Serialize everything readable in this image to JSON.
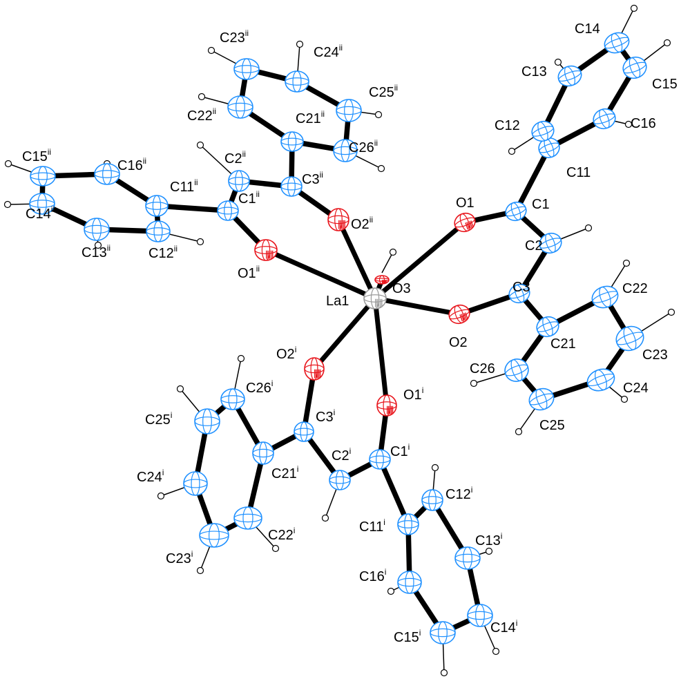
{
  "molecule": {
    "colors": {
      "carbon": "#1e90ff",
      "oxygen": "#e8141b",
      "lanthanum": "#9a9a9a",
      "bond": "#000000",
      "hydrogen": "#000000"
    },
    "atoms": [
      {
        "id": "La1",
        "el": "La"
      },
      {
        "id": "O1",
        "el": "O"
      },
      {
        "id": "O2",
        "el": "O"
      },
      {
        "id": "O3",
        "el": "O"
      },
      {
        "id": "C1",
        "el": "C"
      },
      {
        "id": "C2",
        "el": "C"
      },
      {
        "id": "C3",
        "el": "C"
      },
      {
        "id": "C11",
        "el": "C"
      },
      {
        "id": "C12",
        "el": "C"
      },
      {
        "id": "C13",
        "el": "C"
      },
      {
        "id": "C14",
        "el": "C"
      },
      {
        "id": "C15",
        "el": "C"
      },
      {
        "id": "C16",
        "el": "C"
      },
      {
        "id": "C21",
        "el": "C"
      },
      {
        "id": "C22",
        "el": "C"
      },
      {
        "id": "C23",
        "el": "C"
      },
      {
        "id": "C24",
        "el": "C"
      },
      {
        "id": "C25",
        "el": "C"
      },
      {
        "id": "C26",
        "el": "C"
      },
      {
        "id": "O1i",
        "el": "O"
      },
      {
        "id": "O2i",
        "el": "O"
      },
      {
        "id": "C1i",
        "el": "C"
      },
      {
        "id": "C2i",
        "el": "C"
      },
      {
        "id": "C3i",
        "el": "C"
      },
      {
        "id": "C11i",
        "el": "C"
      },
      {
        "id": "C12i",
        "el": "C"
      },
      {
        "id": "C13i",
        "el": "C"
      },
      {
        "id": "C14i",
        "el": "C"
      },
      {
        "id": "C15i",
        "el": "C"
      },
      {
        "id": "C16i",
        "el": "C"
      },
      {
        "id": "C21i",
        "el": "C"
      },
      {
        "id": "C22i",
        "el": "C"
      },
      {
        "id": "C23i",
        "el": "C"
      },
      {
        "id": "C24i",
        "el": "C"
      },
      {
        "id": "C25i",
        "el": "C"
      },
      {
        "id": "C26i",
        "el": "C"
      },
      {
        "id": "O1ii",
        "el": "O"
      },
      {
        "id": "O2ii",
        "el": "O"
      },
      {
        "id": "C1ii",
        "el": "C"
      },
      {
        "id": "C2ii",
        "el": "C"
      },
      {
        "id": "C3ii",
        "el": "C"
      },
      {
        "id": "C11ii",
        "el": "C"
      },
      {
        "id": "C12ii",
        "el": "C"
      },
      {
        "id": "C13ii",
        "el": "C"
      },
      {
        "id": "C14ii",
        "el": "C"
      },
      {
        "id": "C15ii",
        "el": "C"
      },
      {
        "id": "C16ii",
        "el": "C"
      },
      {
        "id": "C21ii",
        "el": "C"
      },
      {
        "id": "C22ii",
        "el": "C"
      },
      {
        "id": "C23ii",
        "el": "C"
      },
      {
        "id": "C24ii",
        "el": "C"
      },
      {
        "id": "C25ii",
        "el": "C"
      },
      {
        "id": "C26ii",
        "el": "C"
      }
    ],
    "bonds": [
      [
        "La1",
        "O1"
      ],
      [
        "La1",
        "O2"
      ],
      [
        "La1",
        "O1i"
      ],
      [
        "La1",
        "O2i"
      ],
      [
        "La1",
        "O1ii"
      ],
      [
        "La1",
        "O2ii"
      ],
      [
        "La1",
        "O3"
      ],
      [
        "O1",
        "C1"
      ],
      [
        "C1",
        "C2"
      ],
      [
        "C2",
        "C3"
      ],
      [
        "C3",
        "O2"
      ],
      [
        "C1",
        "C11"
      ],
      [
        "C11",
        "C12"
      ],
      [
        "C12",
        "C13"
      ],
      [
        "C13",
        "C14"
      ],
      [
        "C14",
        "C15"
      ],
      [
        "C15",
        "C16"
      ],
      [
        "C16",
        "C11"
      ],
      [
        "C3",
        "C21"
      ],
      [
        "C21",
        "C22"
      ],
      [
        "C22",
        "C23"
      ],
      [
        "C23",
        "C24"
      ],
      [
        "C24",
        "C25"
      ],
      [
        "C25",
        "C26"
      ],
      [
        "C26",
        "C21"
      ],
      [
        "O1i",
        "C1i"
      ],
      [
        "C1i",
        "C2i"
      ],
      [
        "C2i",
        "C3i"
      ],
      [
        "C3i",
        "O2i"
      ],
      [
        "C1i",
        "C11i"
      ],
      [
        "C11i",
        "C12i"
      ],
      [
        "C12i",
        "C13i"
      ],
      [
        "C13i",
        "C14i"
      ],
      [
        "C14i",
        "C15i"
      ],
      [
        "C15i",
        "C16i"
      ],
      [
        "C16i",
        "C11i"
      ],
      [
        "C3i",
        "C21i"
      ],
      [
        "C21i",
        "C22i"
      ],
      [
        "C22i",
        "C23i"
      ],
      [
        "C23i",
        "C24i"
      ],
      [
        "C24i",
        "C25i"
      ],
      [
        "C25i",
        "C26i"
      ],
      [
        "C26i",
        "C21i"
      ],
      [
        "O1ii",
        "C1ii"
      ],
      [
        "C1ii",
        "C2ii"
      ],
      [
        "C2ii",
        "C3ii"
      ],
      [
        "C3ii",
        "O2ii"
      ],
      [
        "C1ii",
        "C11ii"
      ],
      [
        "C11ii",
        "C12ii"
      ],
      [
        "C12ii",
        "C13ii"
      ],
      [
        "C13ii",
        "C14ii"
      ],
      [
        "C14ii",
        "C15ii"
      ],
      [
        "C15ii",
        "C16ii"
      ],
      [
        "C16ii",
        "C11ii"
      ],
      [
        "C3ii",
        "C21ii"
      ],
      [
        "C21ii",
        "C22ii"
      ],
      [
        "C22ii",
        "C23ii"
      ],
      [
        "C23ii",
        "C24ii"
      ],
      [
        "C24ii",
        "C25ii"
      ],
      [
        "C25ii",
        "C26ii"
      ],
      [
        "C26ii",
        "C21ii"
      ]
    ],
    "labels": [
      {
        "atom": "La1",
        "base": "La1",
        "sup": ""
      },
      {
        "atom": "O1",
        "base": "O1",
        "sup": ""
      },
      {
        "atom": "O2",
        "base": "O2",
        "sup": ""
      },
      {
        "atom": "O3",
        "base": "O3",
        "sup": ""
      },
      {
        "atom": "C1",
        "base": "C1",
        "sup": ""
      },
      {
        "atom": "C2",
        "base": "C2",
        "sup": ""
      },
      {
        "atom": "C3",
        "base": "C3",
        "sup": ""
      },
      {
        "atom": "C11",
        "base": "C11",
        "sup": ""
      },
      {
        "atom": "C12",
        "base": "C12",
        "sup": ""
      },
      {
        "atom": "C13",
        "base": "C13",
        "sup": ""
      },
      {
        "atom": "C14",
        "base": "C14",
        "sup": ""
      },
      {
        "atom": "C15",
        "base": "C15",
        "sup": ""
      },
      {
        "atom": "C16",
        "base": "C16",
        "sup": ""
      },
      {
        "atom": "C21",
        "base": "C21",
        "sup": ""
      },
      {
        "atom": "C22",
        "base": "C22",
        "sup": ""
      },
      {
        "atom": "C23",
        "base": "C23",
        "sup": ""
      },
      {
        "atom": "C24",
        "base": "C24",
        "sup": ""
      },
      {
        "atom": "C25",
        "base": "C25",
        "sup": ""
      },
      {
        "atom": "C26",
        "base": "C26",
        "sup": ""
      },
      {
        "atom": "O1i",
        "base": "O1",
        "sup": "i"
      },
      {
        "atom": "O2i",
        "base": "O2",
        "sup": "i"
      },
      {
        "atom": "C1i",
        "base": "C1",
        "sup": "i"
      },
      {
        "atom": "C2i",
        "base": "C2",
        "sup": "i"
      },
      {
        "atom": "C3i",
        "base": "C3",
        "sup": "i"
      },
      {
        "atom": "C11i",
        "base": "C11",
        "sup": "i"
      },
      {
        "atom": "C12i",
        "base": "C12",
        "sup": "i"
      },
      {
        "atom": "C13i",
        "base": "C13",
        "sup": "i"
      },
      {
        "atom": "C14i",
        "base": "C14",
        "sup": "i"
      },
      {
        "atom": "C15i",
        "base": "C15",
        "sup": "i"
      },
      {
        "atom": "C16i",
        "base": "C16",
        "sup": "i"
      },
      {
        "atom": "C21i",
        "base": "C21",
        "sup": "i"
      },
      {
        "atom": "C22i",
        "base": "C22",
        "sup": "i"
      },
      {
        "atom": "C23i",
        "base": "C23",
        "sup": "i"
      },
      {
        "atom": "C24i",
        "base": "C24",
        "sup": "i"
      },
      {
        "atom": "C25i",
        "base": "C25",
        "sup": "i"
      },
      {
        "atom": "C26i",
        "base": "C26",
        "sup": "i"
      },
      {
        "atom": "O1ii",
        "base": "O1",
        "sup": "ii"
      },
      {
        "atom": "O2ii",
        "base": "O2",
        "sup": "ii"
      },
      {
        "atom": "C1ii",
        "base": "C1",
        "sup": "ii"
      },
      {
        "atom": "C2ii",
        "base": "C2",
        "sup": "ii"
      },
      {
        "atom": "C3ii",
        "base": "C3",
        "sup": "ii"
      },
      {
        "atom": "C11ii",
        "base": "C11",
        "sup": "ii"
      },
      {
        "atom": "C12ii",
        "base": "C12",
        "sup": "ii"
      },
      {
        "atom": "C13ii",
        "base": "C13",
        "sup": "ii"
      },
      {
        "atom": "C14ii",
        "base": "C14",
        "sup": "ii"
      },
      {
        "atom": "C15ii",
        "base": "C15",
        "sup": "ii"
      },
      {
        "atom": "C16ii",
        "base": "C16",
        "sup": "ii"
      },
      {
        "atom": "C21ii",
        "base": "C21",
        "sup": "ii"
      },
      {
        "atom": "C22ii",
        "base": "C22",
        "sup": "ii"
      },
      {
        "atom": "C23ii",
        "base": "C23",
        "sup": "ii"
      },
      {
        "atom": "C24ii",
        "base": "C24",
        "sup": "ii"
      },
      {
        "atom": "C25ii",
        "base": "C25",
        "sup": "ii"
      },
      {
        "atom": "C26ii",
        "base": "C26",
        "sup": "ii"
      }
    ]
  }
}
